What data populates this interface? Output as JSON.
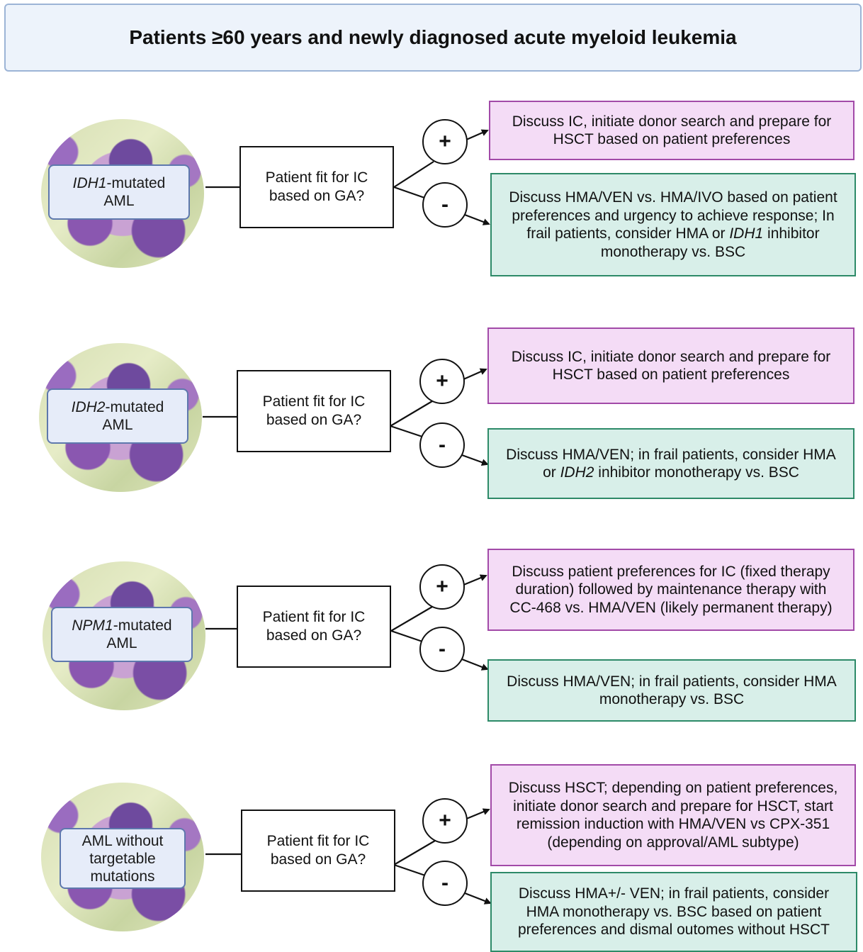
{
  "header": {
    "title": "Patients ≥60 years and newly diagnosed acute myeloid leukemia"
  },
  "rows": [
    {
      "label_italic": "IDH1",
      "label_suffix": "-mutated",
      "label_line2": "AML",
      "question": "Patient fit for IC based on GA?",
      "plus_symbol": "+",
      "minus_symbol": "-",
      "positive_text": "Discuss IC, initiate donor search and prepare for HSCT based on patient preferences",
      "negative_text_1": "Discuss HMA/VEN vs. HMA/IVO based on patient preferences and urgency to achieve response; In frail patients, consider HMA or ",
      "negative_italic": "IDH1",
      "negative_text_2": " inhibitor monotherapy vs. BSC"
    },
    {
      "label_italic": "IDH2",
      "label_suffix": "-mutated",
      "label_line2": "AML",
      "question": "Patient fit for IC based on GA?",
      "plus_symbol": "+",
      "minus_symbol": "-",
      "positive_text": "Discuss IC, initiate donor search and prepare for HSCT based on patient preferences",
      "negative_text_1": "Discuss HMA/VEN; in frail patients, consider HMA or ",
      "negative_italic": "IDH2",
      "negative_text_2": " inhibitor monotherapy vs. BSC"
    },
    {
      "label_italic": "NPM1",
      "label_suffix": "-mutated",
      "label_line2": "AML",
      "question": "Patient fit for IC based on GA?",
      "plus_symbol": "+",
      "minus_symbol": "-",
      "positive_text": "Discuss patient preferences for IC (fixed therapy duration) followed by maintenance therapy with CC-468 vs. HMA/VEN (likely permanent therapy)",
      "negative_text": "Discuss HMA/VEN; in frail patients, consider HMA monotherapy vs. BSC"
    },
    {
      "label_text": "AML without targetable mutations",
      "question": "Patient fit for IC based on GA?",
      "plus_symbol": "+",
      "minus_symbol": "-",
      "positive_text": "Discuss HSCT; depending on patient preferences, initiate donor search and prepare for HSCT, start remission induction with HMA/VEN vs CPX-351 (depending on approval/AML subtype)",
      "negative_text": "Discuss HMA+/- VEN; in frail patients, consider HMA monotherapy vs. BSC based on patient preferences and dismal outomes without HSCT"
    }
  ]
}
